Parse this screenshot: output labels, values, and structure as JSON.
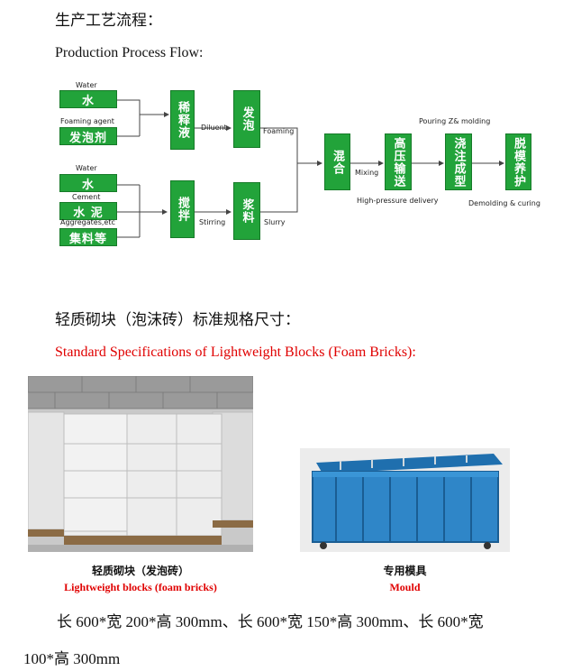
{
  "heading_cn": "生产工艺流程：",
  "heading_en": "Production Process Flow:",
  "flow": {
    "water1_label": "Water",
    "water1_box": "水",
    "foaming_label": "Foaming agent",
    "foaming_box": "发泡剂",
    "water2_label": "Water",
    "water2_box": "水",
    "cement_label": "Cement",
    "cement_box": "水 泥",
    "aggregates_label": "Aggregates,etc",
    "aggregates_box": "集料等",
    "dilute_box": "稀释液",
    "diluent_label": "Diluent",
    "foam_box": "发泡",
    "foaming_step_label": "Foaming",
    "stir_box": "搅拌",
    "stirring_label": "Stirring",
    "slurry_box": "浆料",
    "slurry_label": "Slurry",
    "mix_box": "混合",
    "mixing_label": "Mixing",
    "hp_box": "高压输送",
    "hp_label": "High-pressure delivery",
    "pour_box": "浇注成型",
    "pour_label": "Pouring Z& molding",
    "demold_box": "脱模养护",
    "demold_label": "Demolding & curing"
  },
  "spec_heading_cn": "轻质砌块（泡沫砖）标准规格尺寸：",
  "spec_heading_en": "Standard Specifications of Lightweight Blocks (Foam Bricks):",
  "photo_left": {
    "caption_cn": "轻质砌块（发泡砖）",
    "caption_en": "Lightweight blocks (foam bricks)"
  },
  "photo_right": {
    "caption_cn": "专用模具",
    "caption_en": "Mould"
  },
  "spec_line1": "长 600*宽 200*高 300mm、长 600*宽 150*高 300mm、长 600*宽",
  "spec_line2": "100*高 300mm",
  "colors": {
    "box_green": "#22a33a",
    "red_text": "#e00000",
    "mould_blue": "#2f86c8"
  }
}
